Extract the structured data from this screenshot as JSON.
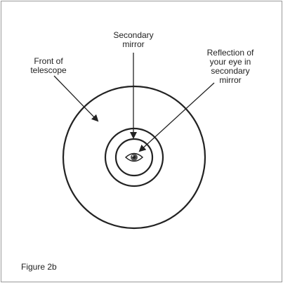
{
  "labels": {
    "front_of_telescope": [
      "Front of",
      "telescope"
    ],
    "secondary_mirror": [
      "Secondary",
      "mirror"
    ],
    "reflection": [
      "Reflection of",
      "your eye in",
      "secondary",
      "mirror"
    ]
  },
  "caption": "Figure 2b",
  "colors": {
    "stroke": "#222222",
    "frame_border": "#9a9a9a",
    "background": "#ffffff",
    "iris": "#555555",
    "pupil": "#222222"
  },
  "icons": {
    "eye": "eye-icon"
  }
}
